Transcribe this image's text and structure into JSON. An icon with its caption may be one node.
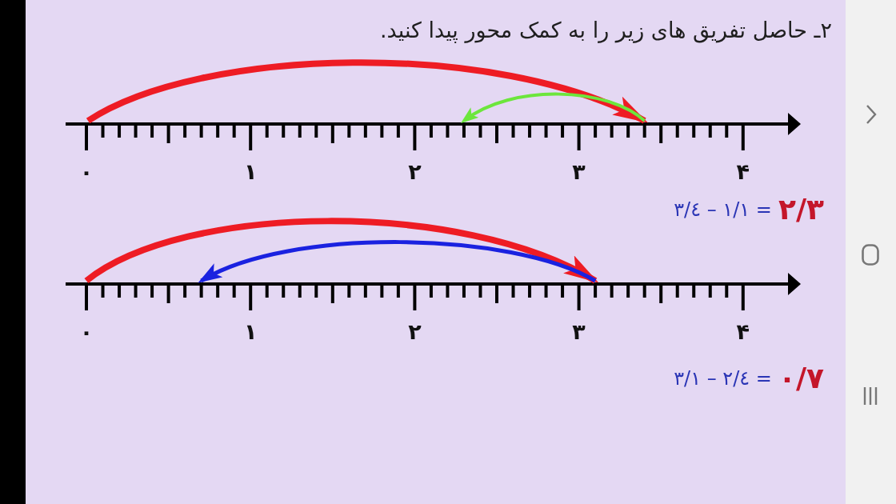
{
  "diagram": {
    "title": "۲ـ حاصل تفریق های زیر را به کمک محور پیدا کنید.",
    "labels": [
      "۰",
      "۱",
      "۲",
      "۳",
      "۴",
      "٣/٤ – ١/١ =",
      "٢/٣",
      "۰",
      "۱",
      "۲",
      "۳",
      "۴",
      "٣/١ – ٢/٤ =",
      "٠/٧"
    ]
  }
}
